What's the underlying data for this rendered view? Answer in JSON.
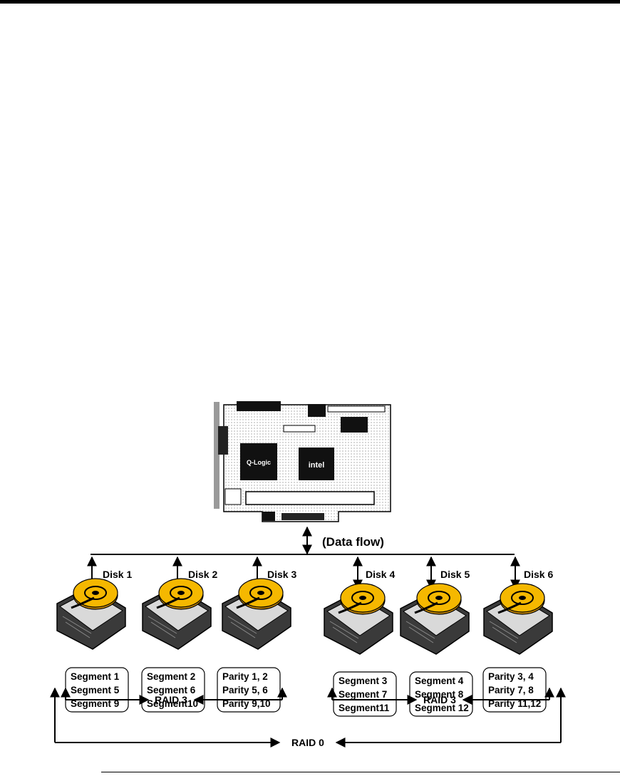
{
  "card": {
    "chip_left_label": "Q-Logic",
    "chip_right_label": "intel"
  },
  "data_flow_label": "(Data flow)",
  "disks": [
    {
      "label": "Disk 1",
      "lines": [
        "Segment 1",
        "Segment 5",
        "Segment 9"
      ]
    },
    {
      "label": "Disk 2",
      "lines": [
        "Segment 2",
        "Segment 6",
        "Segment10"
      ]
    },
    {
      "label": "Disk 3",
      "lines": [
        "Parity 1, 2",
        "Parity 5, 6",
        "Parity 9,10"
      ]
    },
    {
      "label": "Disk 4",
      "lines": [
        "Segment 3",
        "Segment 7",
        "Segment11"
      ]
    },
    {
      "label": "Disk 5",
      "lines": [
        "Segment 4",
        "Segment 8",
        "Segment 12"
      ]
    },
    {
      "label": "Disk 6",
      "lines": [
        "Parity 3, 4",
        "Parity 7, 8",
        "Parity 11,12"
      ]
    }
  ],
  "raid_groups": [
    {
      "label": "RAID 3"
    },
    {
      "label": "RAID 3"
    }
  ],
  "raid0_label": "RAID 0",
  "colors": {
    "platter": "#f5b800",
    "platter_dark": "#c88a00",
    "chassis": "#3a3a3a",
    "line": "#000000"
  }
}
